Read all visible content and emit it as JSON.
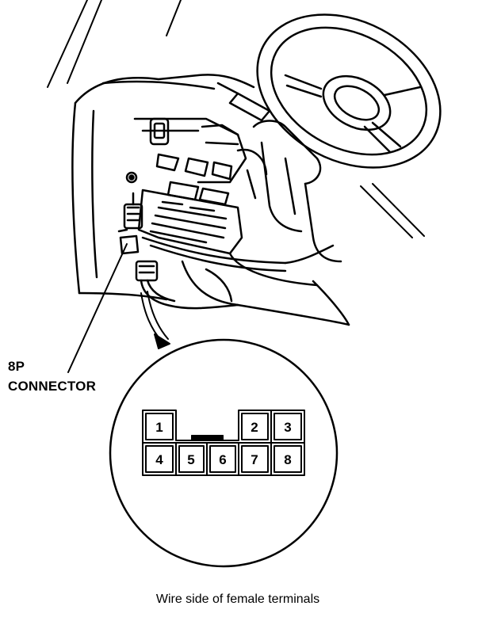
{
  "callout": {
    "line1": "8P",
    "line2": "CONNECTOR"
  },
  "caption": "Wire side of female terminals",
  "connector": {
    "pins_top_row": [
      "1",
      "",
      "",
      "2",
      "3"
    ],
    "pins_bottom_row": [
      "4",
      "5",
      "6",
      "7",
      "8"
    ]
  },
  "colors": {
    "ink": "#000000",
    "paper": "#ffffff"
  }
}
